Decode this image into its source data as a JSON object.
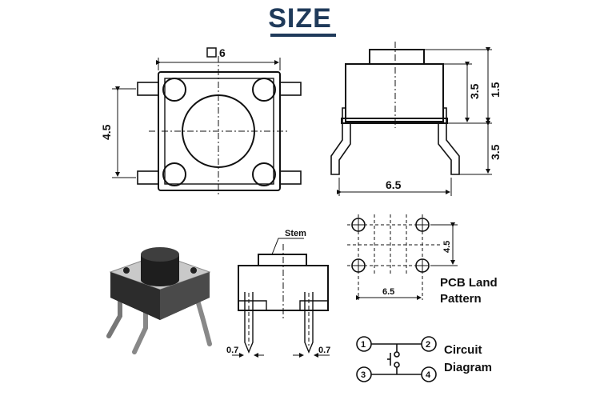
{
  "title": "SIZE",
  "top_view": {
    "square_symbol_value": "6",
    "side_dim": "4.5"
  },
  "side_view": {
    "dim_a": "3.5",
    "dim_b": "1.5",
    "dim_c": "3.5",
    "width_dim": "6.5"
  },
  "front_view": {
    "stem_label": "Stem",
    "pin_left": "0.7",
    "pin_right": "0.7"
  },
  "pcb_land": {
    "height_dim": "4.5",
    "width_dim": "6.5",
    "label_line1": "PCB Land",
    "label_line2": "Pattern"
  },
  "circuit": {
    "pin1": "1",
    "pin2": "2",
    "pin3": "3",
    "pin4": "4",
    "label_line1": "Circuit",
    "label_line2": "Diagram"
  }
}
